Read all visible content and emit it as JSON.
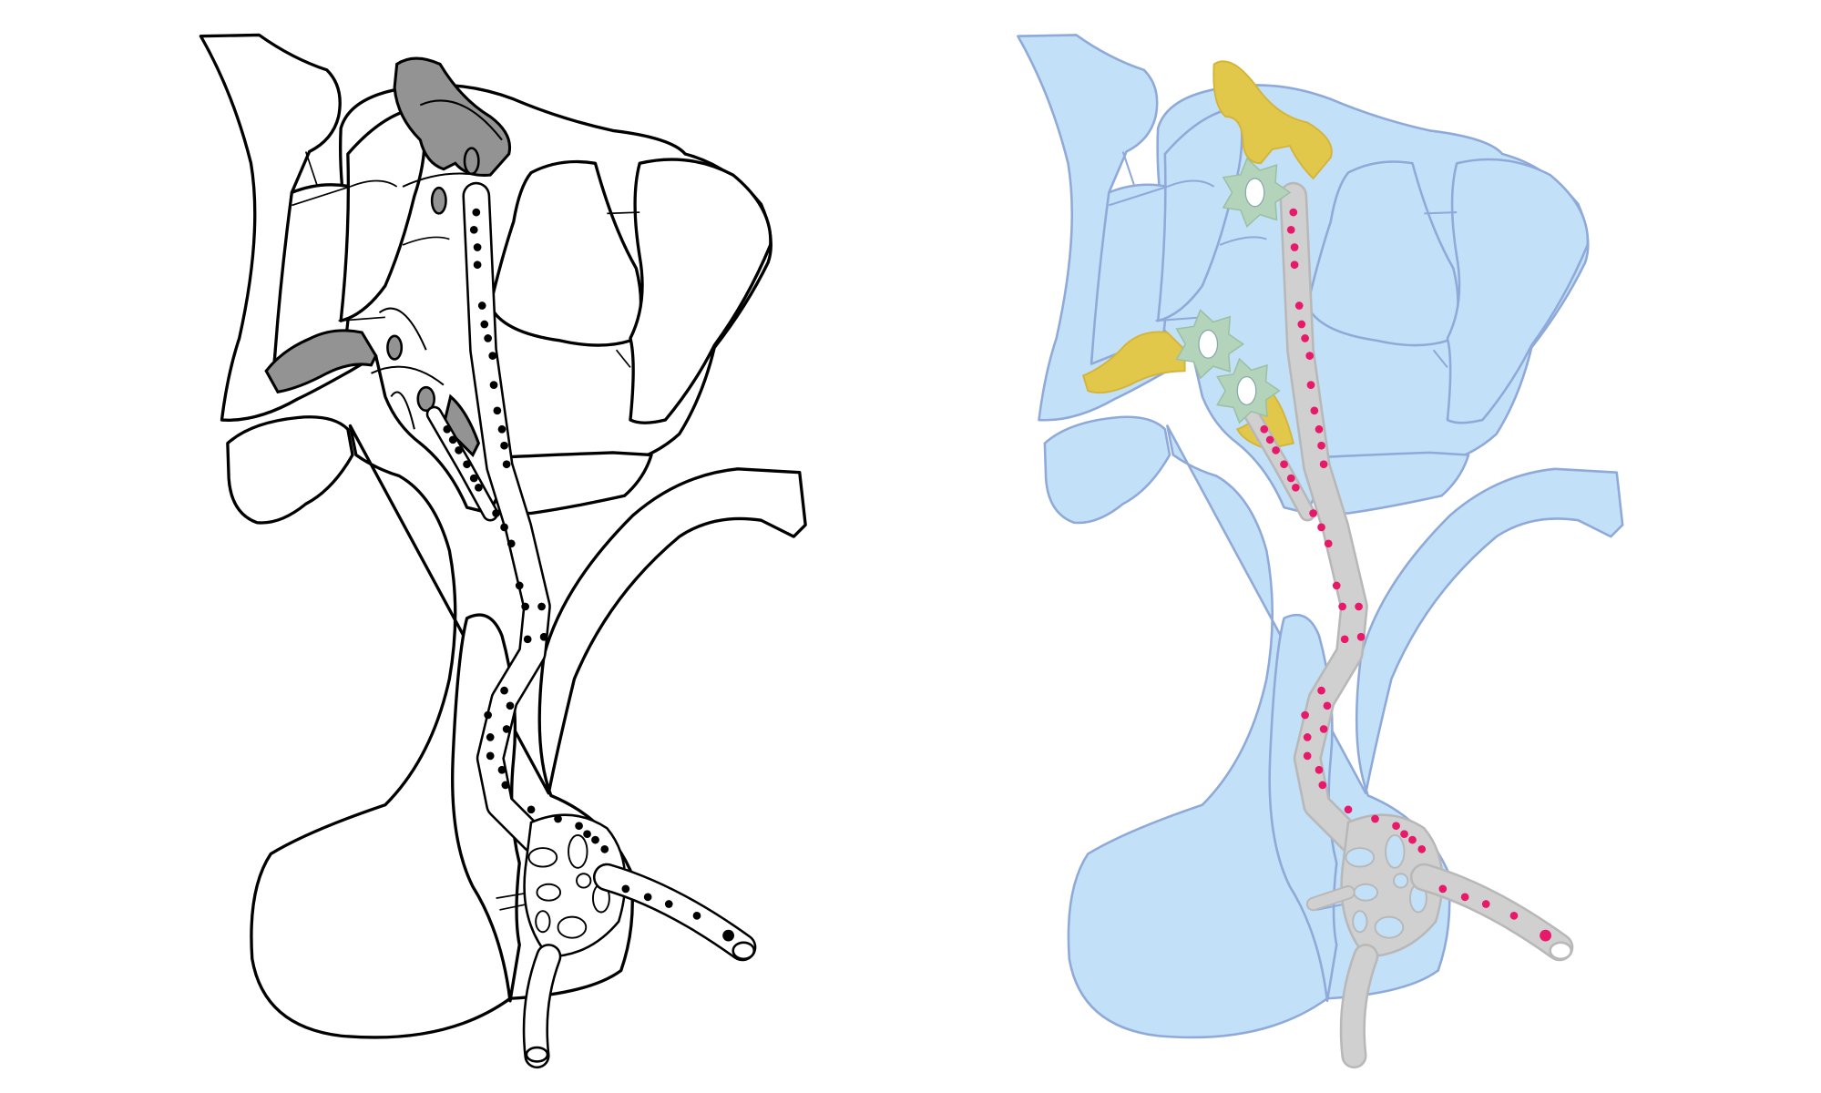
{
  "figure": {
    "panels": [
      {
        "name": "line-drawing",
        "style": "black outline"
      },
      {
        "name": "colored-drawing",
        "style": "colored fill"
      }
    ],
    "colors": {
      "outline": "#000000",
      "neuron_gray": "#939393",
      "tissue_blue": "#c2e0f7",
      "tissue_stroke": "#8fa9d9",
      "nucleus_yellow": "#e2c84a",
      "neuron_green": "#b3d3bb",
      "vessel_gray": "#d0d0d0",
      "dot_black": "#000000",
      "dot_pink": "#e8196a"
    }
  }
}
